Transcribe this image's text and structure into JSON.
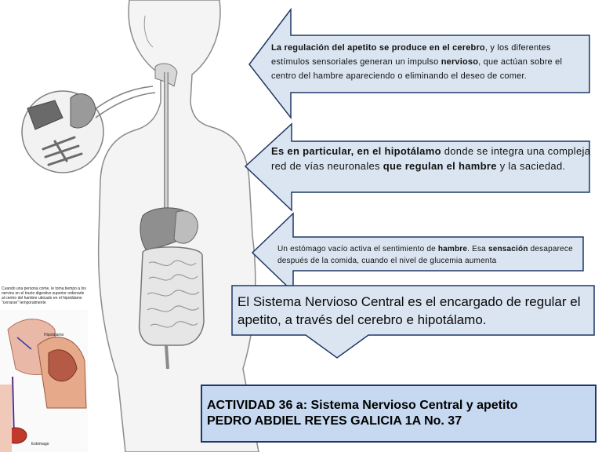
{
  "callouts": {
    "c1": {
      "b1": "La regulación del apetito",
      "t1": " se produce en el cerebro",
      "t2": ", y los diferentes estímulos sensoriales generan un impulso ",
      "b2": "nervioso",
      "t3": ", que actúan sobre el centro del hambre apareciendo o eliminando el deseo de comer."
    },
    "c2": {
      "b1": "Es en particular, en el hipotálamo",
      "t1": "  donde se integra una compleja red de vías neuronales ",
      "b2": "que regulan el hambre",
      "t2": " y la saciedad."
    },
    "c3": {
      "t1": "Un estómago vacío activa el sentimiento de ",
      "b1": "hambre",
      "t2": ". Esa ",
      "b2": "sensación",
      "t3": " desaparece después de la comida, cuando el nivel de glucemia aumenta"
    },
    "c4": {
      "text": "El Sistema Nervioso Central es el encargado de regular el apetito, a través del cerebro e hipotálamo."
    }
  },
  "title_box": {
    "line1": "ACTIVIDAD 36 a: Sistema Nervioso Central y apetito",
    "line2": "PEDRO ABDIEL REYES GALICIA  1A     No. 37"
  },
  "inset": {
    "caption": "Cuando una persona come, le toma tiempo a los nervios en el tracto digestivo superior ordenarle al centro del hambre ubicado en el hipotálamo \"cerrarse\" temporalmente",
    "label_hypothalamus": "Hipotálamo",
    "label_stomach": "Estómago"
  },
  "colors": {
    "callout_fill": "#dbe5f1",
    "callout_border": "#1f3864",
    "title_fill": "#c6d9f1"
  }
}
